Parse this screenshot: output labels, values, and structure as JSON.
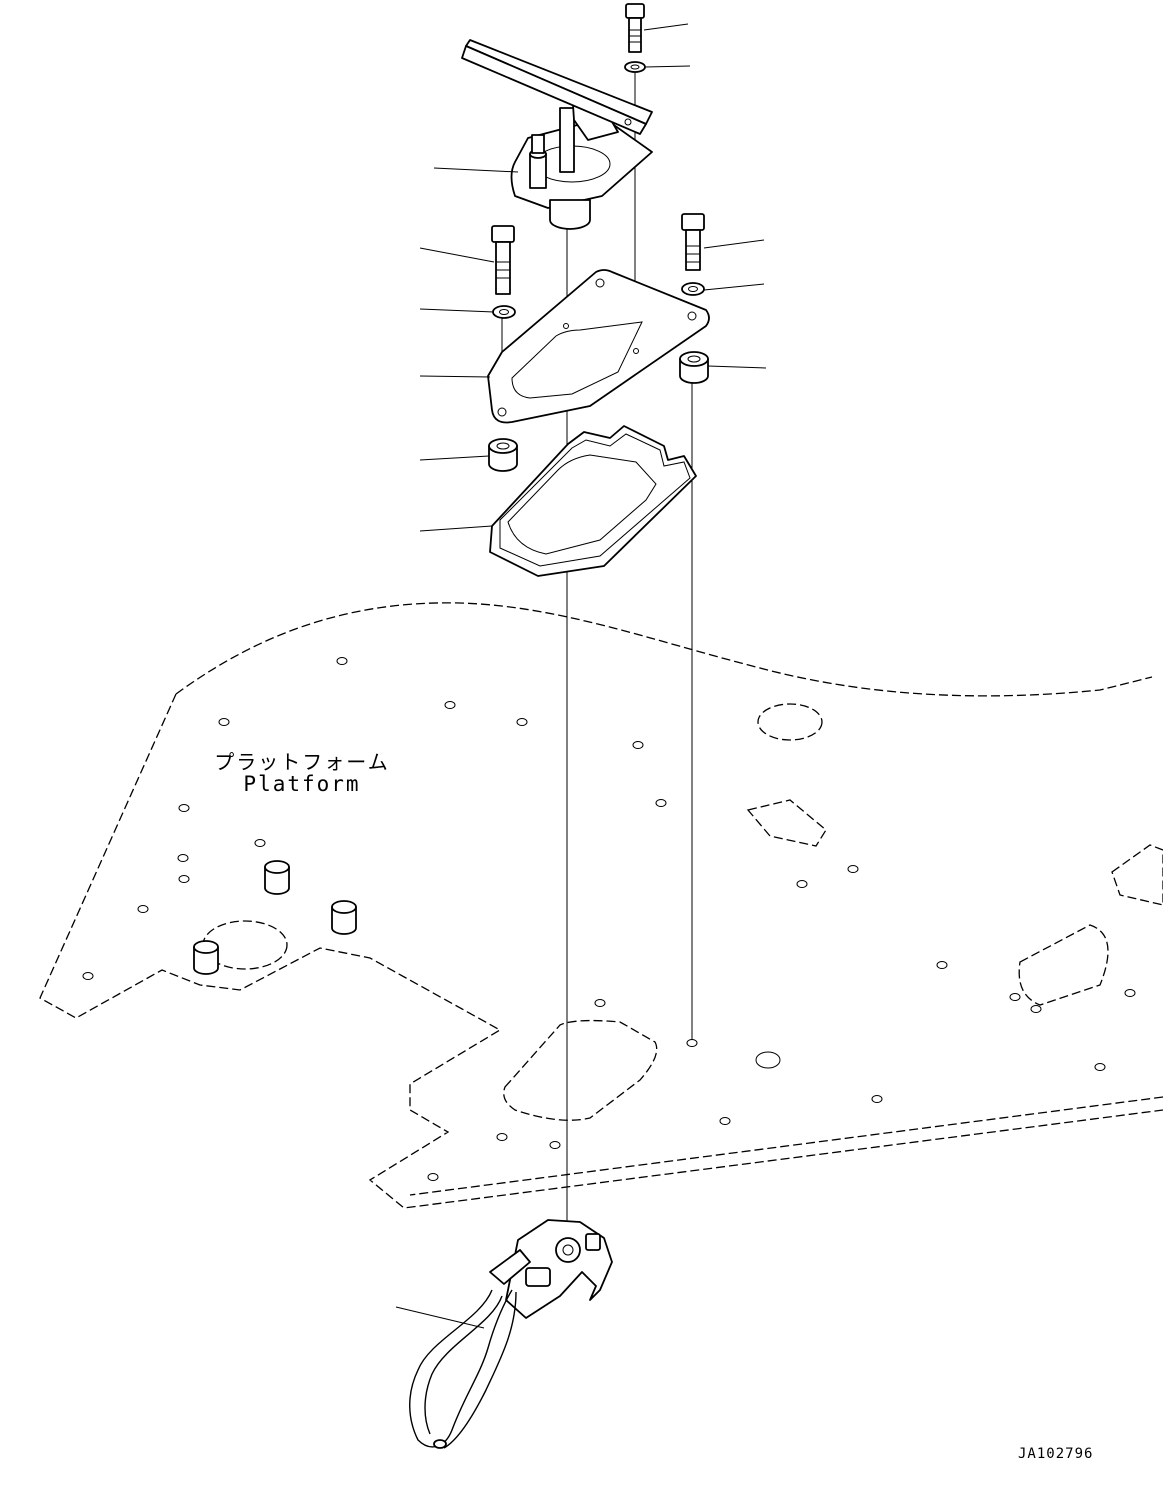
{
  "platform_label_jp": "プラットフォーム",
  "platform_label_en": "Platform",
  "drawing_id": "JA102796",
  "icons": [
    "bolt-icon",
    "washer-icon",
    "spacer-icon",
    "pedal-icon",
    "plate-icon",
    "gasket-icon",
    "harness-icon"
  ]
}
